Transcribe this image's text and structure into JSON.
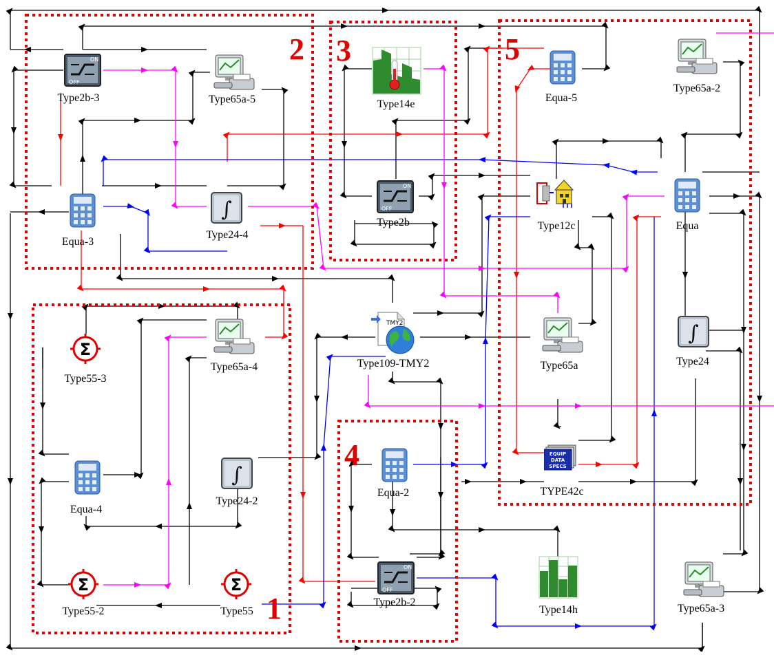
{
  "groups": [
    {
      "number": "1",
      "color": "#e00000"
    },
    {
      "number": "2",
      "color": "#e00000"
    },
    {
      "number": "3",
      "color": "#e00000"
    },
    {
      "number": "4",
      "color": "#e00000"
    },
    {
      "number": "5",
      "color": "#e00000"
    }
  ],
  "components": {
    "type2b_3": {
      "label": "Type2b-3",
      "icon": "on-off-controller-icon"
    },
    "type65a_5": {
      "label": "Type65a-5",
      "icon": "printer-plotter-icon"
    },
    "equa_3": {
      "label": "Equa-3",
      "icon": "calculator-icon"
    },
    "type24_4": {
      "label": "Type24-4",
      "icon": "integrator-icon"
    },
    "type14e": {
      "label": "Type14e",
      "icon": "temperature-forcing-function-icon"
    },
    "type2b": {
      "label": "Type2b",
      "icon": "on-off-controller-icon"
    },
    "equa_5": {
      "label": "Equa-5",
      "icon": "calculator-icon"
    },
    "type65a_2": {
      "label": "Type65a-2",
      "icon": "printer-plotter-icon"
    },
    "type12c": {
      "label": "Type12c",
      "icon": "building-load-icon"
    },
    "equa": {
      "label": "Equa",
      "icon": "calculator-icon"
    },
    "type55_3": {
      "label": "Type55-3",
      "icon": "sigma-summary-icon"
    },
    "type65a_4": {
      "label": "Type65a-4",
      "icon": "printer-plotter-icon"
    },
    "type109": {
      "label": "Type109-TMY2",
      "icon": "weather-data-globe-icon",
      "badge": "TMY2"
    },
    "type65a": {
      "label": "Type65a",
      "icon": "printer-plotter-icon"
    },
    "type24": {
      "label": "Type24",
      "icon": "integrator-icon"
    },
    "equa_4": {
      "label": "Equa-4",
      "icon": "calculator-icon"
    },
    "type24_2": {
      "label": "Type24-2",
      "icon": "integrator-icon"
    },
    "equa_2": {
      "label": "Equa-2",
      "icon": "calculator-icon"
    },
    "type42c": {
      "label": "TYPE42c",
      "icon": "equip-data-specs-icon",
      "badge_lines": [
        "EQUIP",
        "DATA",
        "SPECS"
      ]
    },
    "type55_2": {
      "label": "Type55-2",
      "icon": "sigma-summary-icon"
    },
    "type55": {
      "label": "Type55",
      "icon": "sigma-summary-icon"
    },
    "type2b_2": {
      "label": "Type2b-2",
      "icon": "on-off-controller-icon"
    },
    "type14h": {
      "label": "Type14h",
      "icon": "forcing-function-bars-icon"
    },
    "type65a_3": {
      "label": "Type65a-3",
      "icon": "printer-plotter-icon"
    }
  },
  "controller_text": {
    "on": "ON",
    "off": "OFF"
  },
  "integrator_symbol": "∫",
  "sigma_symbol": "Σ",
  "link_colors": {
    "black": "#000000",
    "red": "#ff0000",
    "blue": "#0000ff",
    "magenta": "#ff00ff"
  }
}
